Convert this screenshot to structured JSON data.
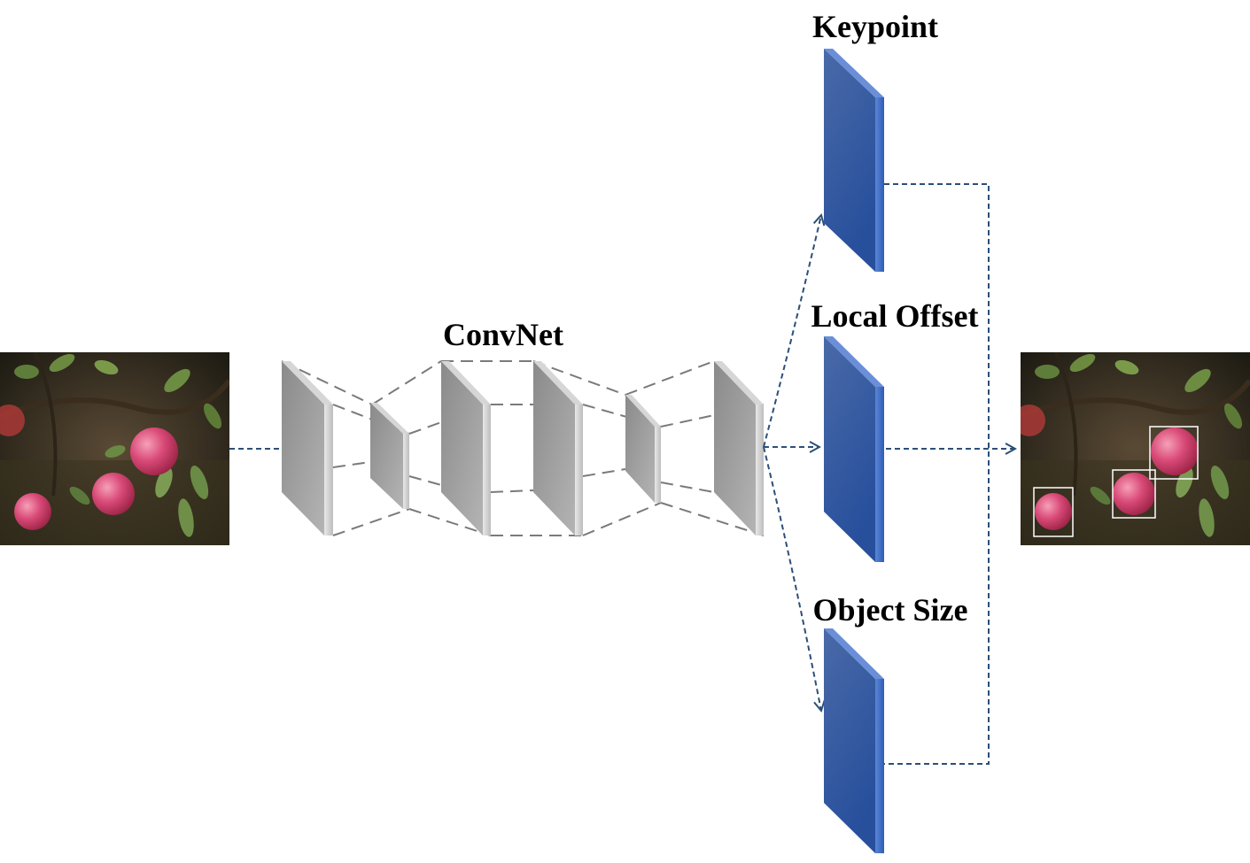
{
  "labels": {
    "convnet": "ConvNet",
    "keypoint": "Keypoint",
    "local_offset": "Local Offset",
    "object_size": "Object Size"
  },
  "colors": {
    "background": "#ffffff",
    "arrow": "#2c4f78",
    "connector": "#7a7a7a",
    "conv_layer": "#a8a8a8",
    "head_layer": "#2e5aa8",
    "box": "#ffffff"
  },
  "icons": {
    "input_image": "apple-orchard-photo",
    "output_image": "apple-detection-photo"
  }
}
